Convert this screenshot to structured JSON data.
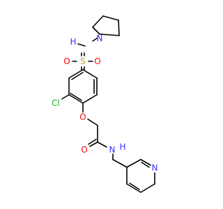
{
  "colors": {
    "bond": "#000000",
    "carbon": "#000000",
    "nitrogen": "#3333ff",
    "oxygen": "#ff0000",
    "sulfur": "#b5a642",
    "chlorine": "#1db31d"
  },
  "atoms": {
    "sulfonamide_nh": "N",
    "sulfonamide_h": "H",
    "sulfur": "S",
    "sulfonyl_o_left": "O",
    "sulfonyl_o_right": "O",
    "chlorine": "Cl",
    "ether_o": "O",
    "carbonyl_o": "O",
    "amide_n": "N",
    "amide_h": "H",
    "pyridine_n": "N"
  }
}
